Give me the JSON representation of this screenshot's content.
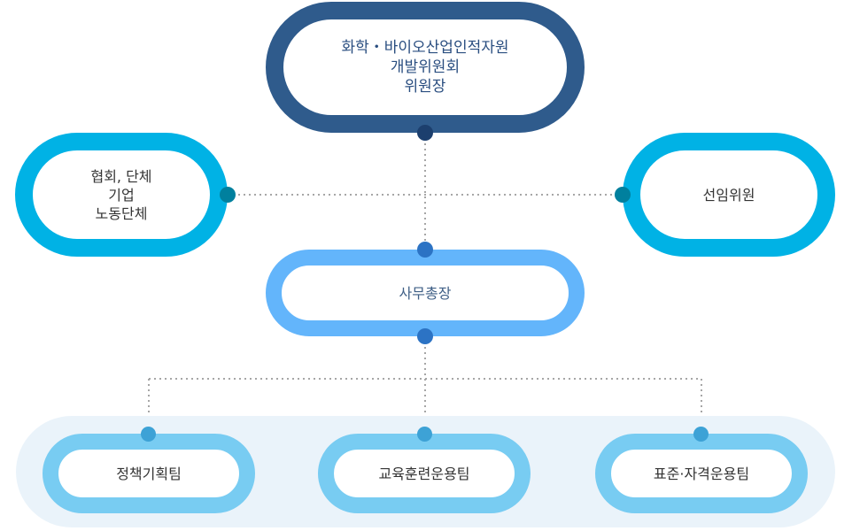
{
  "nodes": {
    "chair": {
      "label": "화학・바이오산업인적자원\n개발위원회\n위원장"
    },
    "association": {
      "label": "협회, 단체\n기업\n노동단체"
    },
    "standing_member": {
      "label": "선임위원"
    },
    "secretary_general": {
      "label": "사무총장"
    },
    "teams": [
      {
        "label": "정책기획팀"
      },
      {
        "label": "교육훈련운용팀"
      },
      {
        "label": "표준·자격운용팀"
      }
    ]
  },
  "colors": {
    "chair": "#2f5b8c",
    "association": "#00b2e5",
    "standing_member": "#00b2e5",
    "secretary_general": "#63b5fb",
    "team": "#78ccf2",
    "panel": "#eaf3fa",
    "connector": "#a6a6a6"
  }
}
